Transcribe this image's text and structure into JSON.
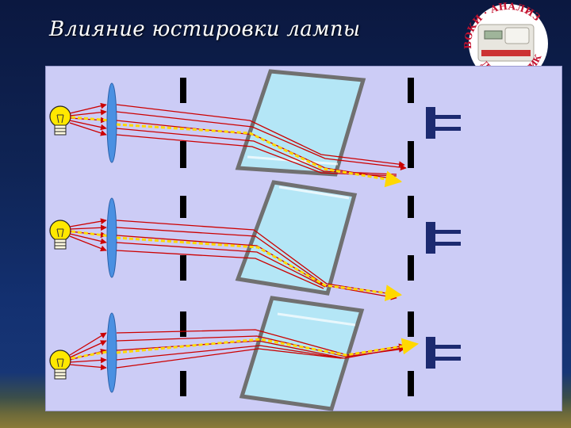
{
  "slide": {
    "title": "Влияние юстировки лампы"
  },
  "logo": {
    "text": "ВОКИ АНАЛИЗ ДИАГНОСТИКА"
  },
  "colors": {
    "panel": "#ccccf6",
    "ray": "#cc0000",
    "axis": "#ffd800",
    "lens": "#4a90e2",
    "cuvette": "#b4e6f6",
    "cuvette_frame": "#707070",
    "detector": "#1c2a70",
    "bulb": "#ffe800"
  },
  "icons": [
    "light-bulb-icon",
    "lens-icon",
    "slit-diaphragm-icon",
    "cuvette-icon",
    "photodetector-icon"
  ],
  "setups": [
    {
      "name": "lamp-aligned-row-1"
    },
    {
      "name": "lamp-misaligned-row-2"
    },
    {
      "name": "lamp-misaligned-row-3"
    }
  ]
}
